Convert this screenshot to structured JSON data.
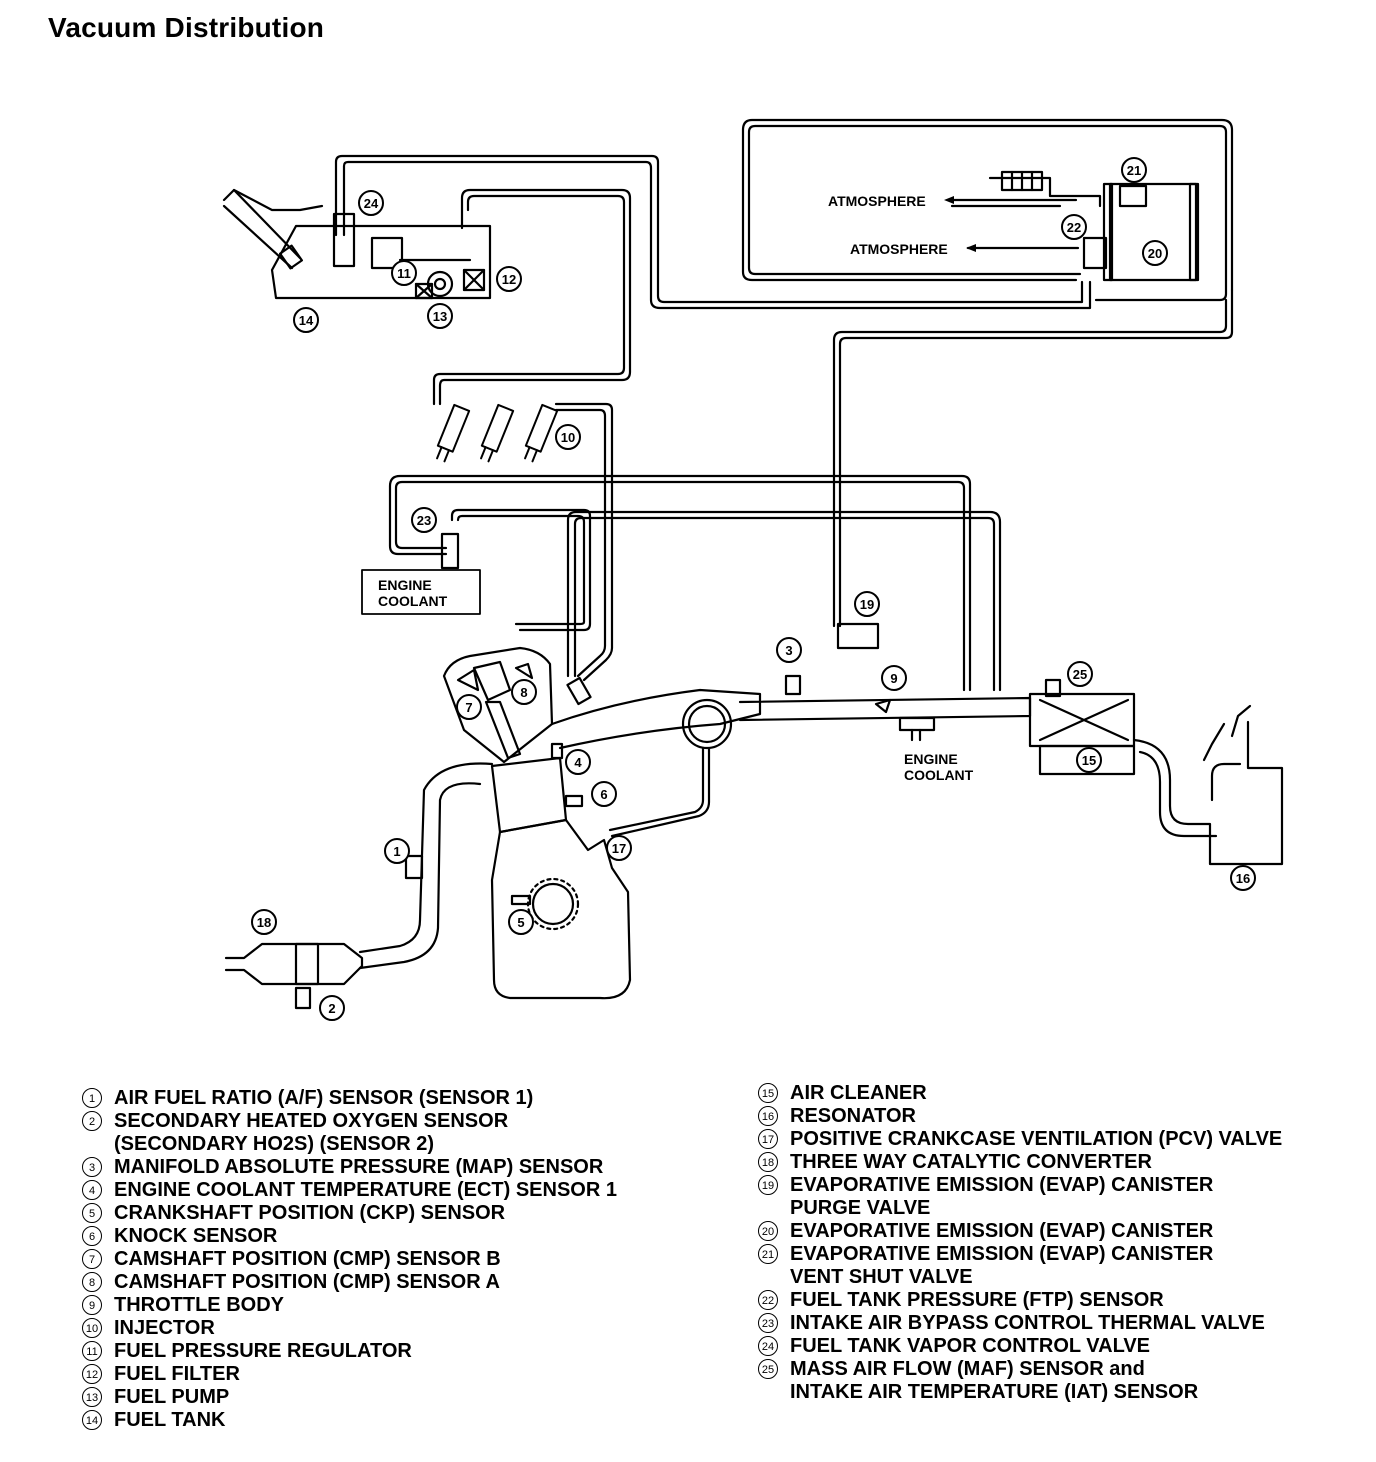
{
  "title": "Vacuum Distribution",
  "labels": {
    "atmosphere_1": "ATMOSPHERE",
    "atmosphere_2": "ATMOSPHERE",
    "engine_coolant_1": "ENGINE\nCOOLANT",
    "engine_coolant_2": "ENGINE\nCOOLANT"
  },
  "callouts": [
    "1",
    "2",
    "3",
    "4",
    "5",
    "6",
    "7",
    "8",
    "9",
    "10",
    "11",
    "12",
    "13",
    "14",
    "15",
    "16",
    "17",
    "18",
    "19",
    "20",
    "21",
    "22",
    "23",
    "24",
    "25"
  ],
  "legend": {
    "left": [
      {
        "num": "1",
        "text": "AIR FUEL RATIO (A/F) SENSOR (SENSOR 1)"
      },
      {
        "num": "2",
        "text": "SECONDARY HEATED OXYGEN SENSOR\n(SECONDARY HO2S) (SENSOR 2)"
      },
      {
        "num": "3",
        "text": "MANIFOLD ABSOLUTE PRESSURE (MAP) SENSOR"
      },
      {
        "num": "4",
        "text": "ENGINE COOLANT TEMPERATURE (ECT) SENSOR 1"
      },
      {
        "num": "5",
        "text": "CRANKSHAFT POSITION (CKP) SENSOR"
      },
      {
        "num": "6",
        "text": "KNOCK SENSOR"
      },
      {
        "num": "7",
        "text": "CAMSHAFT POSITION (CMP) SENSOR B"
      },
      {
        "num": "8",
        "text": "CAMSHAFT POSITION (CMP) SENSOR A"
      },
      {
        "num": "9",
        "text": "THROTTLE BODY"
      },
      {
        "num": "10",
        "text": "INJECTOR"
      },
      {
        "num": "11",
        "text": "FUEL PRESSURE REGULATOR"
      },
      {
        "num": "12",
        "text": "FUEL FILTER"
      },
      {
        "num": "13",
        "text": "FUEL PUMP"
      },
      {
        "num": "14",
        "text": "FUEL TANK"
      }
    ],
    "right": [
      {
        "num": "15",
        "text": "AIR CLEANER"
      },
      {
        "num": "16",
        "text": "RESONATOR"
      },
      {
        "num": "17",
        "text": "POSITIVE CRANKCASE VENTILATION (PCV) VALVE"
      },
      {
        "num": "18",
        "text": "THREE WAY CATALYTIC CONVERTER"
      },
      {
        "num": "19",
        "text": "EVAPORATIVE EMISSION (EVAP) CANISTER\nPURGE VALVE"
      },
      {
        "num": "20",
        "text": "EVAPORATIVE EMISSION (EVAP) CANISTER"
      },
      {
        "num": "21",
        "text": "EVAPORATIVE EMISSION (EVAP) CANISTER\nVENT SHUT VALVE"
      },
      {
        "num": "22",
        "text": "FUEL TANK PRESSURE (FTP) SENSOR"
      },
      {
        "num": "23",
        "text": "INTAKE AIR BYPASS CONTROL THERMAL VALVE"
      },
      {
        "num": "24",
        "text": "FUEL TANK VAPOR CONTROL VALVE"
      },
      {
        "num": "25",
        "text": "MASS AIR FLOW (MAF) SENSOR and\nINTAKE AIR TEMPERATURE (IAT) SENSOR"
      }
    ]
  }
}
